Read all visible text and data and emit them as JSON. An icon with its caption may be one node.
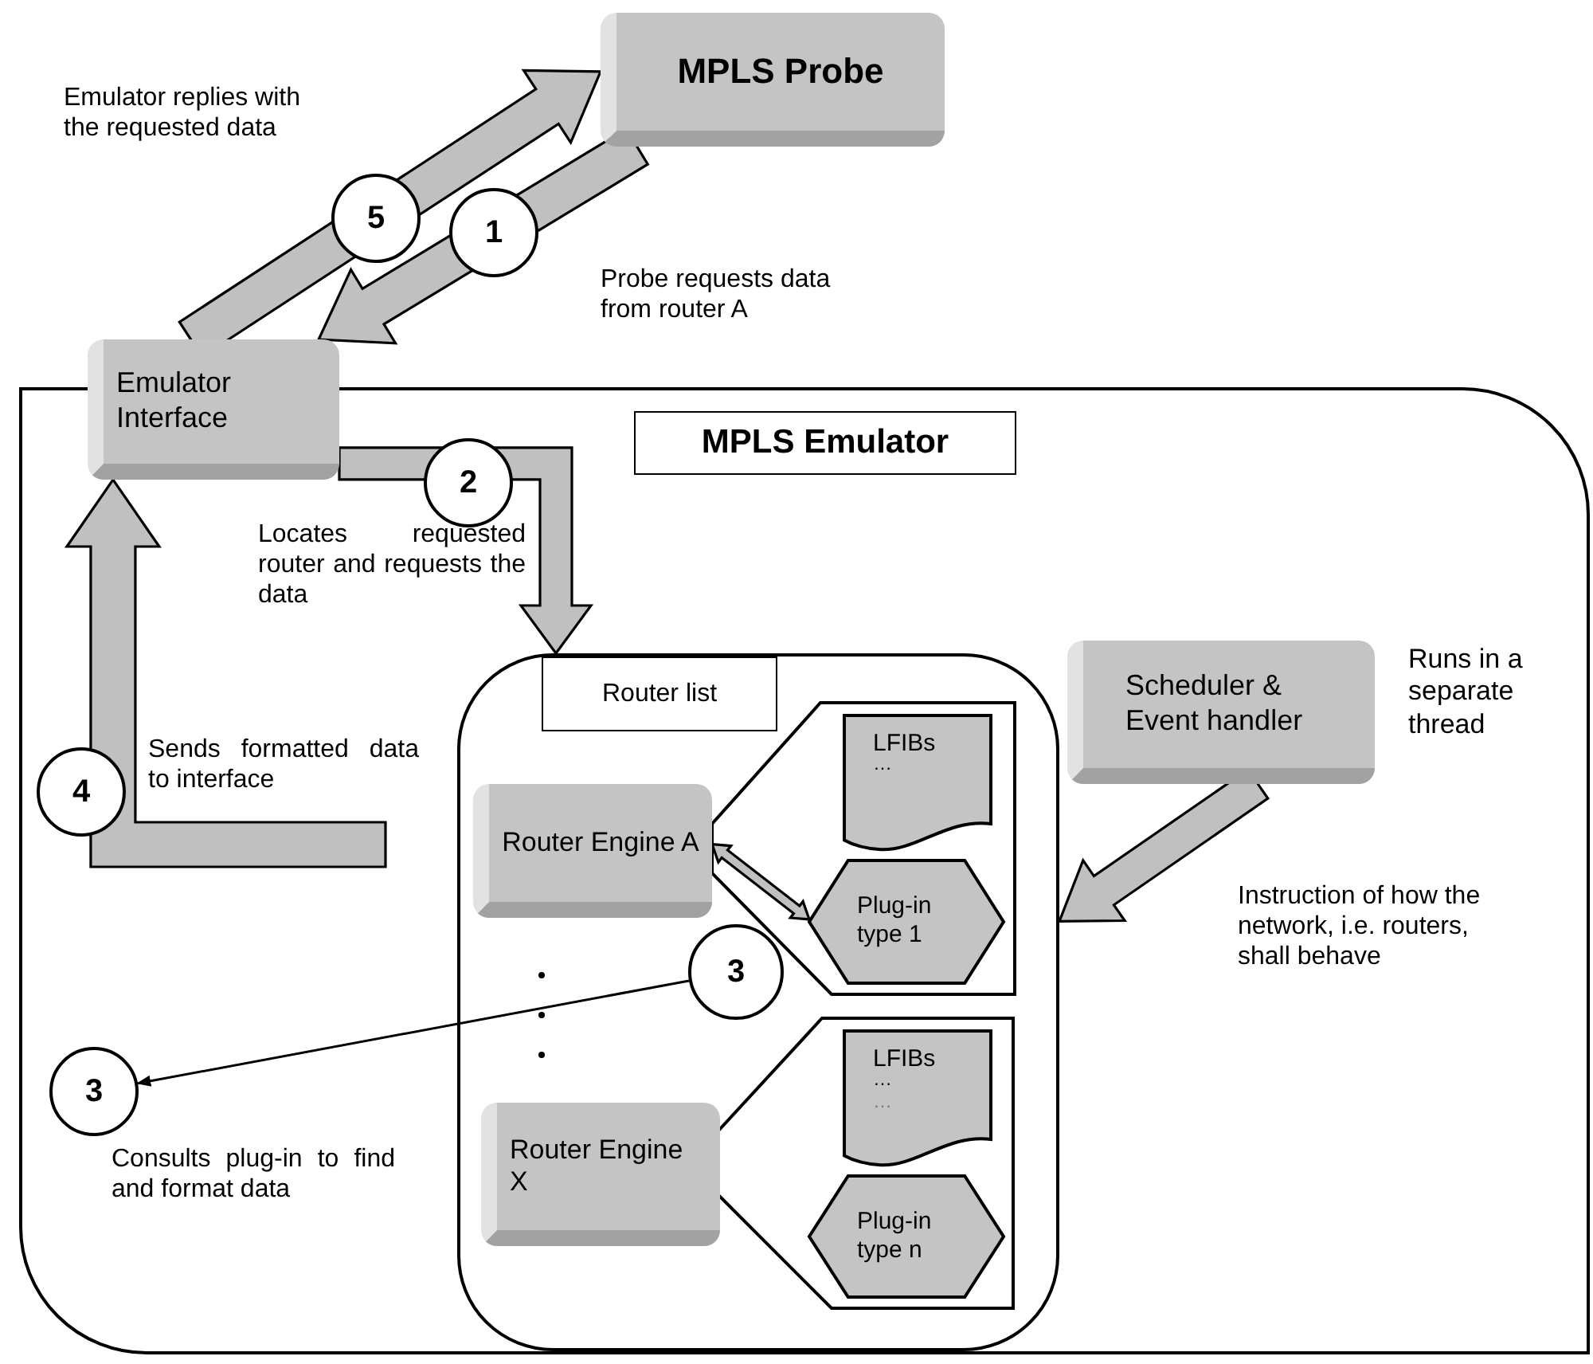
{
  "diagram": {
    "nodes": [
      {
        "text": [
          "MPLS Probe"
        ]
      },
      {
        "text": [
          "Emulator Interface"
        ]
      },
      {
        "text": [
          "MPLS Emulator"
        ]
      },
      {
        "text": [
          "Router list"
        ],
        "in": 2
      },
      {
        "text": [
          "Router Engine A"
        ],
        "in": 3
      },
      {
        "text": [],
        "shape": "box",
        "in": 3
      },
      {
        "text": [
          "LFIBs",
          "…"
        ],
        "in": 5
      },
      {
        "text": [
          "Plug-in type 1"
        ],
        "in": 5
      },
      {
        "text": [
          "Router Engine X"
        ],
        "in": 3
      },
      {
        "text": [],
        "shape": "box",
        "in": 3
      },
      {
        "text": [
          "LFIBs",
          "…",
          "…"
        ],
        "in": 9
      },
      {
        "text": [
          "Plug-in type n"
        ],
        "in": 9
      },
      {
        "text": [
          "3"
        ],
        "in": 3
      },
      {
        "text": [
          "3"
        ],
        "in": 2
      },
      {
        "text": [
          "Scheduler & Event handler"
        ],
        "in": 2,
        "beside": [
          "Runs in a separate thread"
        ]
      },
      {
        "text": [
          "5"
        ]
      },
      {
        "text": [
          "1"
        ]
      },
      {
        "text": [
          "2"
        ],
        "in": 2
      },
      {
        "text": [
          "4"
        ],
        "in": 2
      }
    ],
    "edges": [
      {
        "from": 1,
        "to": 0,
        "arrow": "to",
        "style": "thick"
      },
      {
        "from": 0,
        "to": 1,
        "arrow": "to",
        "style": "thick"
      },
      {
        "from": 1,
        "to": 3,
        "arrow": "to",
        "style": "thick"
      },
      {
        "from": null,
        "to": 1,
        "arrow": "to",
        "style": "thick"
      },
      {
        "from": 14,
        "to": 3,
        "arrow": "to",
        "style": "thick"
      },
      {
        "from": 4,
        "to": 7,
        "arrow": "both",
        "style": "thick"
      },
      {
        "from": 12,
        "to": 13,
        "arrow": "to"
      }
    ],
    "labels": [
      "Emulator replies with the requested data",
      "Probe requests data from router A",
      "Locates requested router and requests the data",
      "Sends formatted data to interface",
      "Consults plug-in to find and format data",
      "Instruction of how the network, i.e. routers, shall behave"
    ]
  }
}
